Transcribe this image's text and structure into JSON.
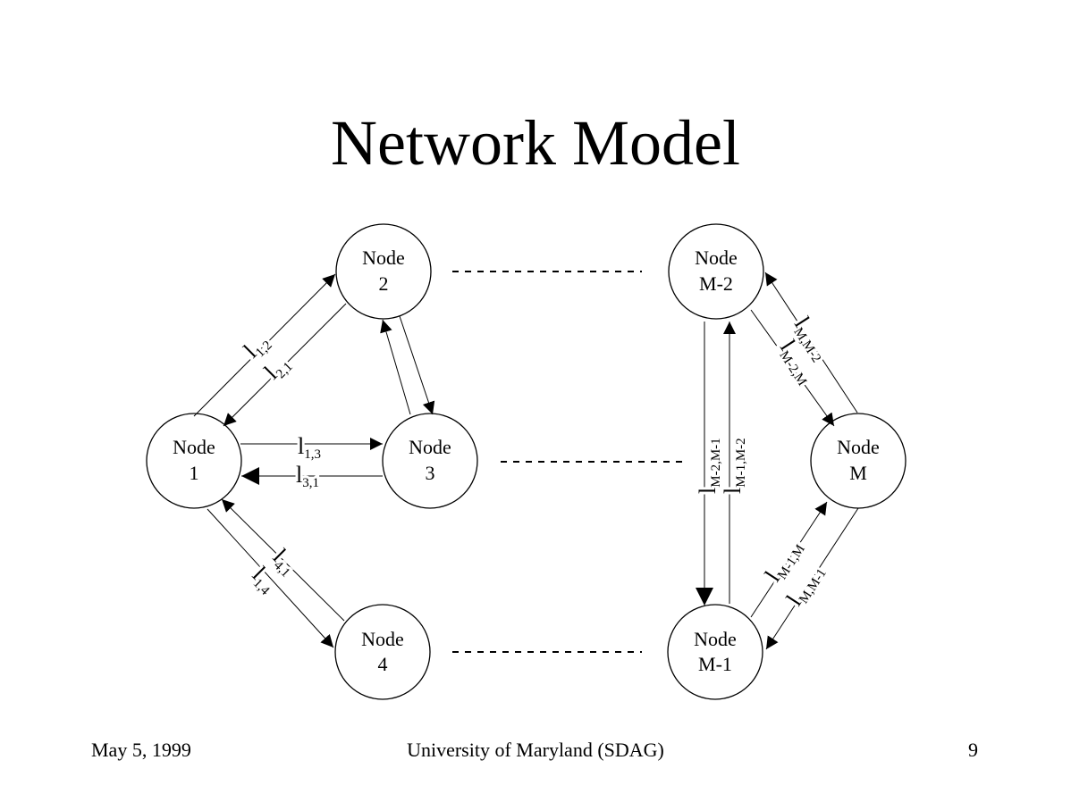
{
  "title": "Network Model",
  "footer": {
    "date": "May 5, 1999",
    "org": "University of Maryland (SDAG)",
    "page": "9"
  },
  "nodes": {
    "n1": [
      "Node",
      "1"
    ],
    "n2": [
      "Node",
      "2"
    ],
    "n3": [
      "Node",
      "3"
    ],
    "n4": [
      "Node",
      "4"
    ],
    "nM2": [
      "Node",
      "M-2"
    ],
    "nM1": [
      "Node",
      "M-1"
    ],
    "nM": [
      "Node",
      "M"
    ]
  },
  "link_symbol": "l",
  "links": {
    "l12": "1,2",
    "l21": "2,1",
    "l13": "1,3",
    "l31": "3,1",
    "l41": "4,1",
    "l14": "1,4",
    "lMM2": "M,M-2",
    "lM2M": "M-2,M",
    "lM2M1": "M-2,M-1",
    "lM1M2": "M-1,M-2",
    "lM1M": "M-1,M",
    "lMM1": "M,M-1"
  }
}
